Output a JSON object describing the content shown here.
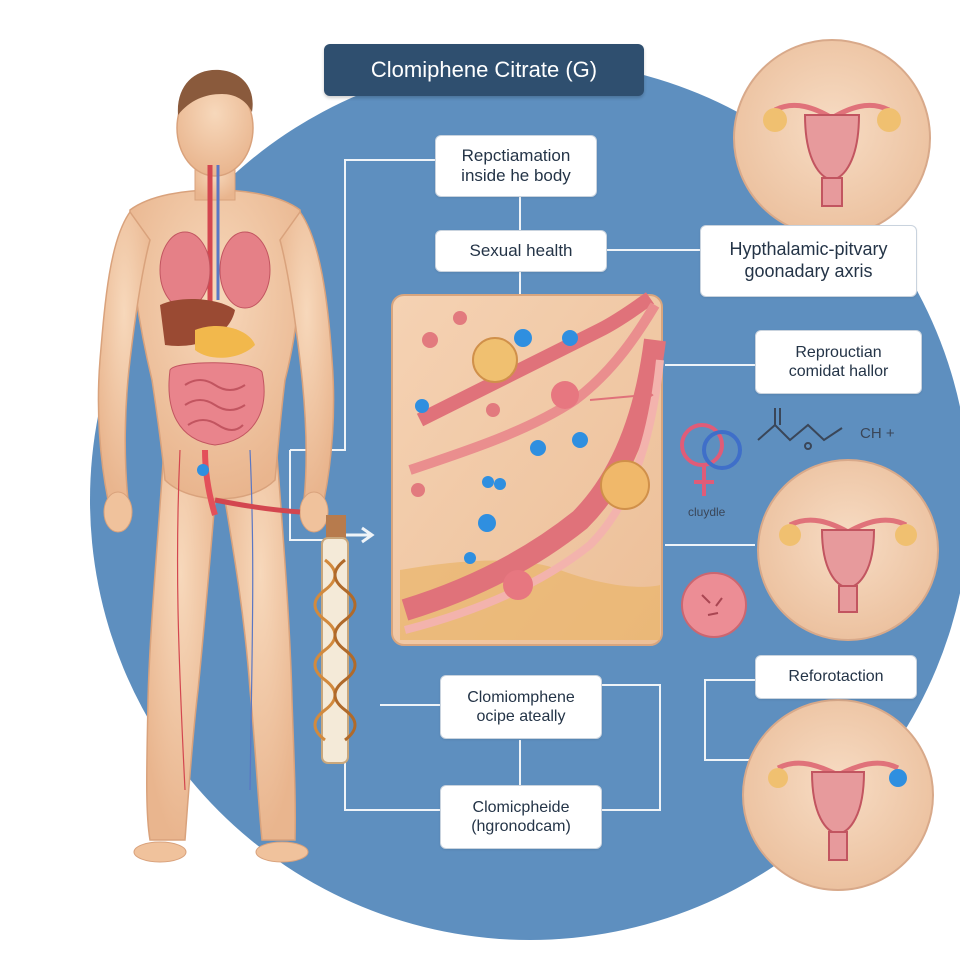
{
  "title": "Clomiphene Citrate (G)",
  "labels": {
    "representation": [
      "Repctiamation",
      "inside he body"
    ],
    "sexual_health": "Sexual health",
    "hpg_axis": [
      "Hypthalamic-pitvary",
      "goonadary  axris"
    ],
    "reproduction_conduct": [
      "Reprouctian",
      "comidat hallor"
    ],
    "reforotaction": "Reforotaction",
    "clomiophene_action": [
      "Clomiomphene",
      "ocipe ateally"
    ],
    "clomicpheide": [
      "Clomicpheide",
      "(hgronodcam)"
    ]
  },
  "chemistry": {
    "ch_label": "CH +",
    "symbol_caption": "cluydle"
  },
  "colors": {
    "circle_bg": "#5e8fbf",
    "banner_bg": "#2f4f6f",
    "skin": "#f2c9a5",
    "organ_red": "#e2707a",
    "uterus_pink": "#e79a9c",
    "molecule_blue": "#2f8fe0",
    "connector": "#ffffff"
  },
  "icons": [
    "human-body-figure",
    "tissue-crosssection",
    "uterus-icon",
    "gender-symbol-icon",
    "molecule-structure-icon",
    "pill-icon",
    "dna-helix-icon"
  ]
}
